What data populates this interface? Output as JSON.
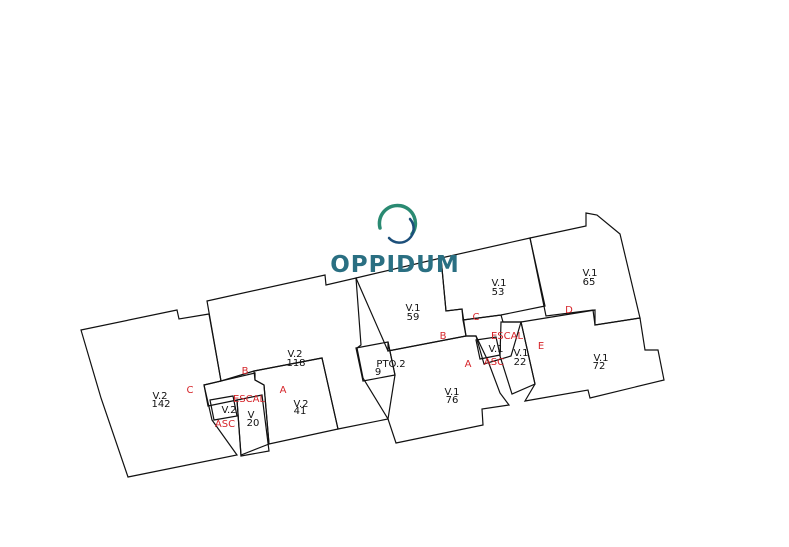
{
  "logo": {
    "name": "OPPIDUM",
    "colors": {
      "teal": "#2a8a72",
      "blue": "#1c4f7a"
    }
  },
  "rooms": [
    {
      "id": "v2-142",
      "line1": "V.2",
      "line2": "142"
    },
    {
      "id": "v2-118",
      "line1": "V.2",
      "line2": "118"
    },
    {
      "id": "v2-41",
      "line1": "V.2",
      "line2": "41"
    },
    {
      "id": "v2-small",
      "line1": "V.2",
      "line2": ""
    },
    {
      "id": "v-20",
      "line1": "V",
      "line2": "20"
    },
    {
      "id": "pto2-9",
      "line1": "PTO.2",
      "line2": "9"
    },
    {
      "id": "v1-59",
      "line1": "V.1",
      "line2": "59"
    },
    {
      "id": "v1-53",
      "line1": "V.1",
      "line2": "53"
    },
    {
      "id": "v1-65",
      "line1": "V.1",
      "line2": "65"
    },
    {
      "id": "v1-76",
      "line1": "V.1",
      "line2": "76"
    },
    {
      "id": "v1-small",
      "line1": "V.1",
      "line2": ""
    },
    {
      "id": "v1-22",
      "line1": "V.1",
      "line2": "22"
    },
    {
      "id": "v1-72",
      "line1": "V.1",
      "line2": "72"
    }
  ],
  "markers": {
    "c_left": "C",
    "b_left": "B",
    "a_left": "A",
    "escal_left": "ESCAL",
    "asc_left": "ASC",
    "b_right": "B",
    "a_right": "A",
    "c_right": "C",
    "d_right": "D",
    "e_right": "E",
    "escal_right": "ESCAL",
    "asc_right": "ASC"
  },
  "colors": {
    "line": "#111111",
    "marker": "#d6262b"
  }
}
